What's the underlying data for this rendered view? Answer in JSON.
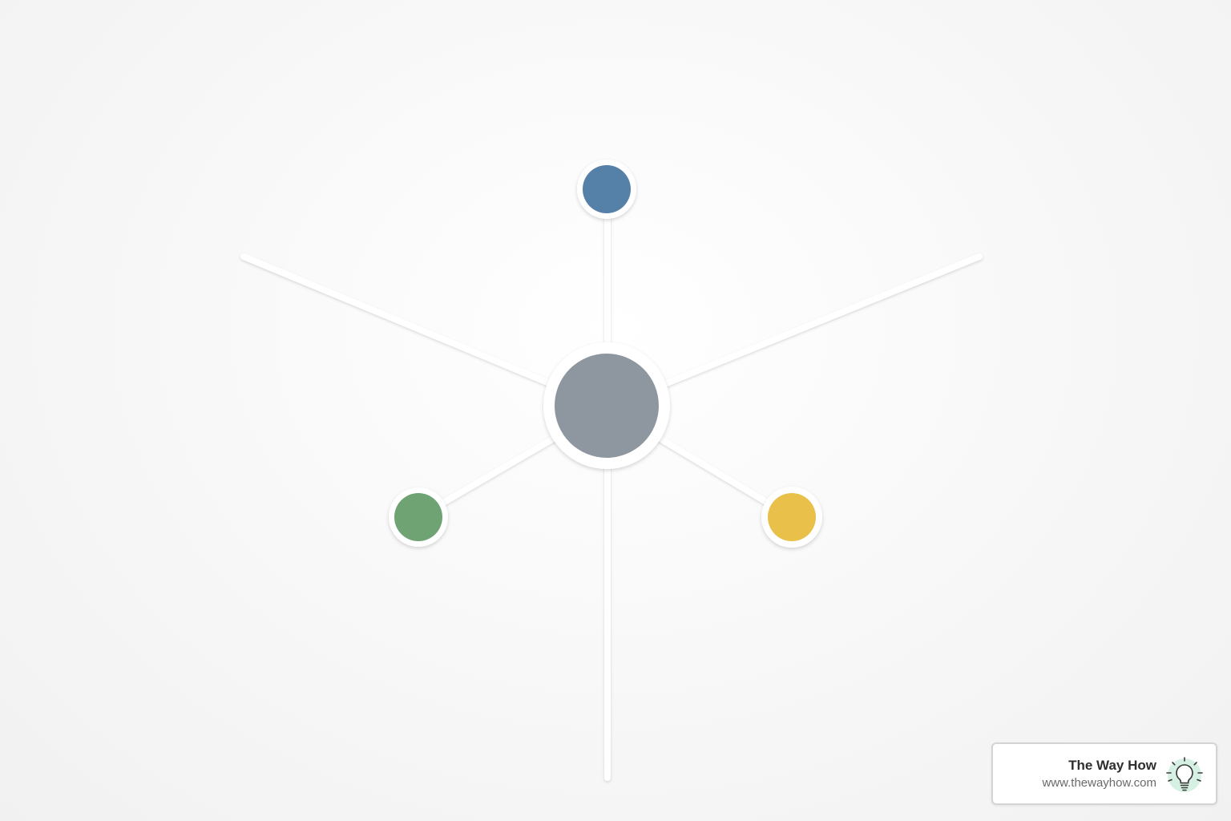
{
  "diagram": {
    "hub": {
      "color": "#8e979f",
      "ring_color": "#ffffff"
    },
    "nodes": [
      {
        "id": "top",
        "color": "#5580a8"
      },
      {
        "id": "left",
        "color": "#6fa373"
      },
      {
        "id": "right",
        "color": "#e9c04a"
      }
    ],
    "connector_color": "#ffffff"
  },
  "badge": {
    "title": "The Way How",
    "url": "www.thewayhow.com",
    "icon": "lightbulb-icon",
    "icon_color": "#d6f1e3"
  }
}
